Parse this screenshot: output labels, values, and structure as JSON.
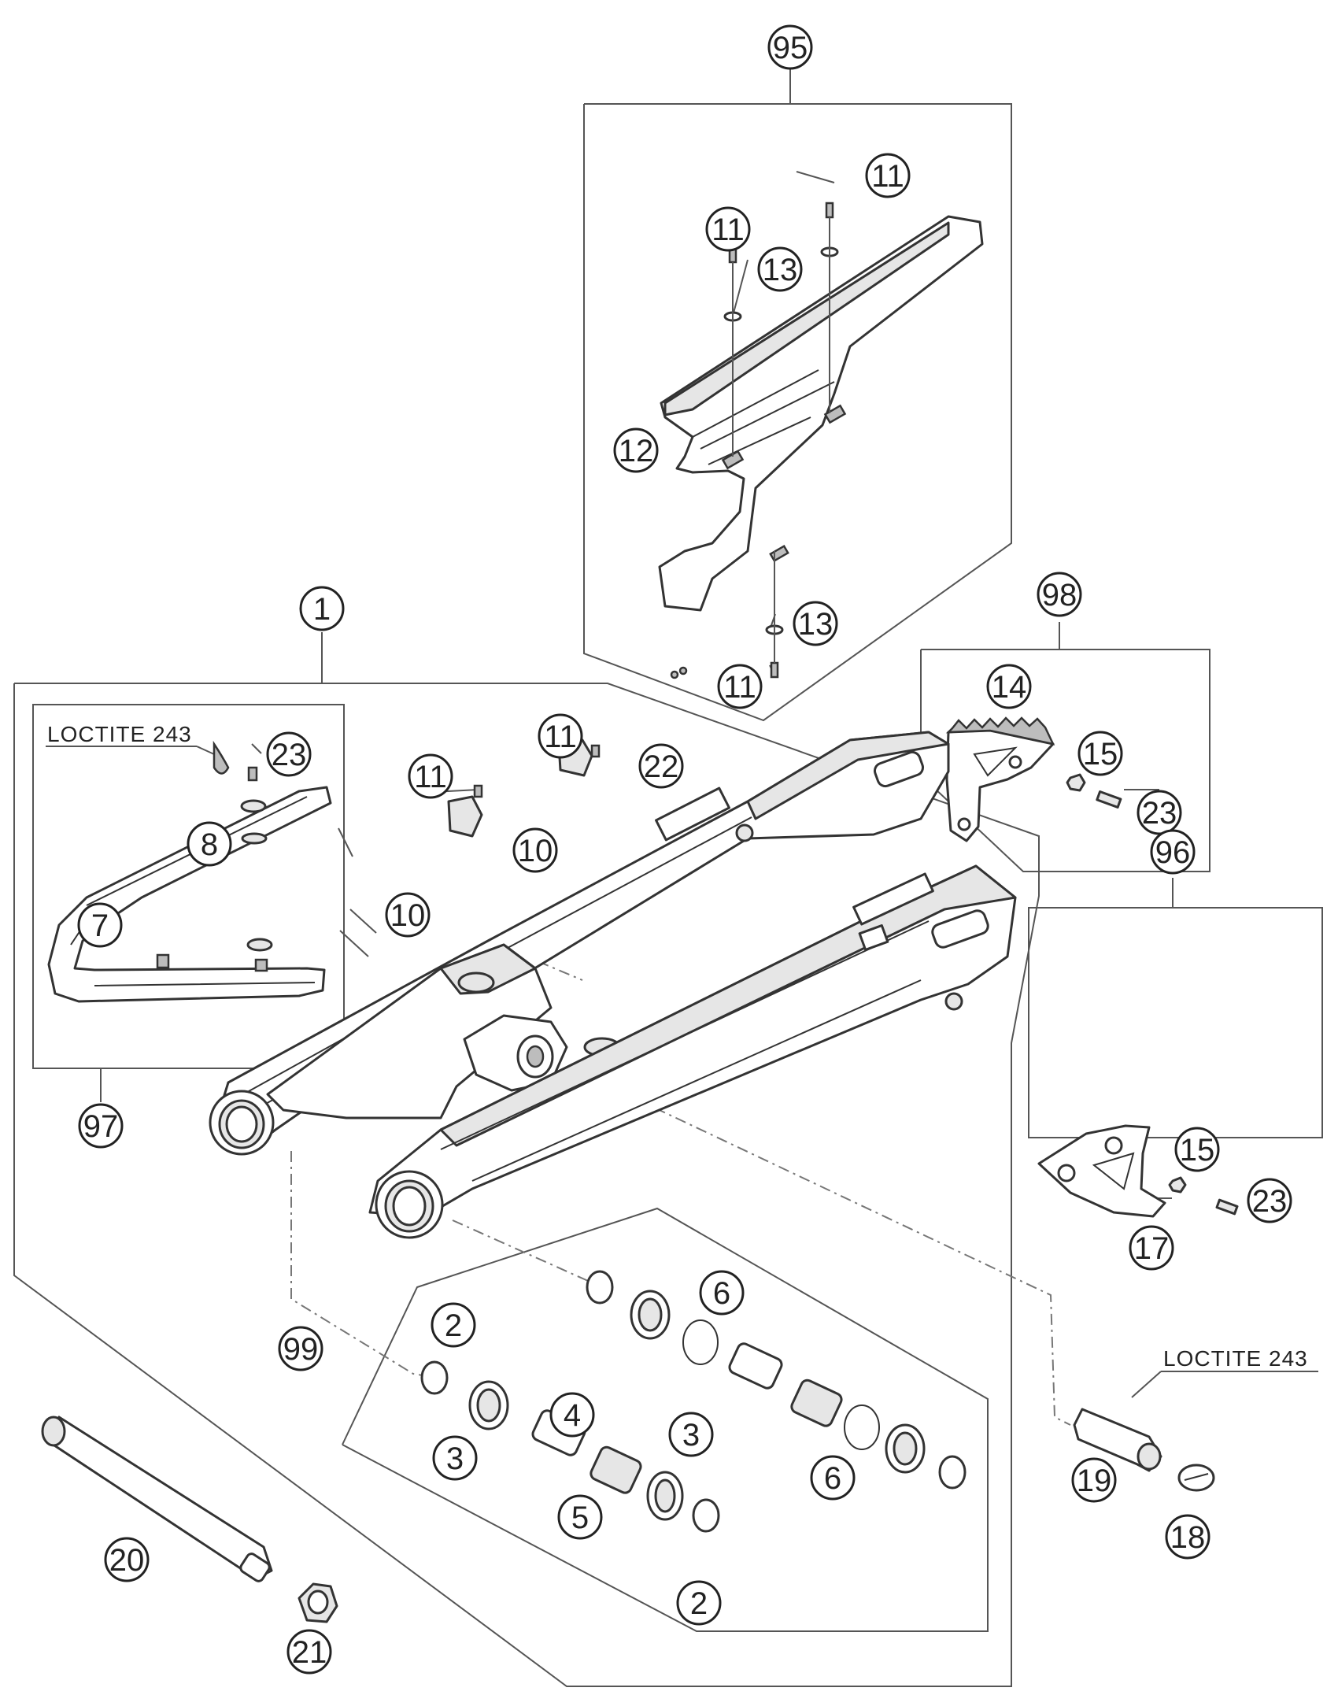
{
  "diagram": {
    "callouts": [
      "95",
      "11",
      "11",
      "13",
      "12",
      "13",
      "11",
      "98",
      "14",
      "15",
      "23",
      "1",
      "23",
      "8",
      "7",
      "97",
      "11",
      "22",
      "11",
      "10",
      "10",
      "96",
      "15",
      "23",
      "17",
      "99",
      "2",
      "3",
      "4",
      "5",
      "3",
      "2",
      "6",
      "6",
      "19",
      "18",
      "20",
      "21"
    ],
    "notes": [
      "LOCTITE 243",
      "LOCTITE 243"
    ]
  }
}
